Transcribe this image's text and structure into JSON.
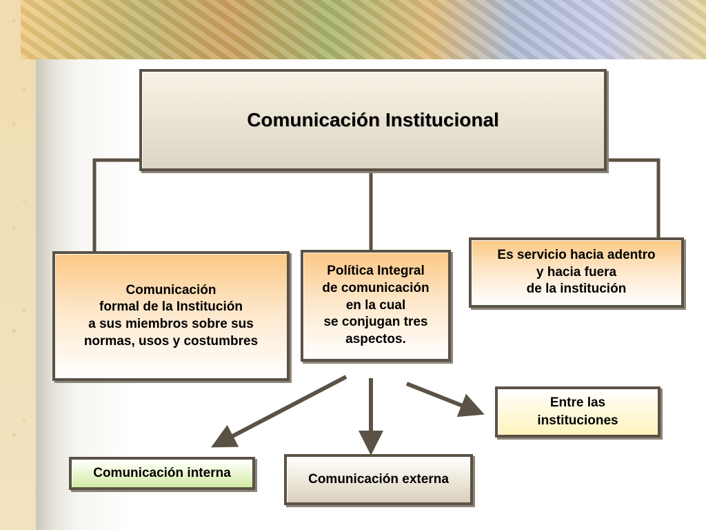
{
  "diagram": {
    "title": "Comunicación Institucional",
    "left_box": "Comunicación\nformal de la Institución\na sus miembros sobre sus\nnormas, usos y costumbres",
    "center_box": "Política Integral\nde comunicación\nen la cual\nse conjugan tres\naspectos.",
    "right_box": "Es servicio hacia adentro\ny hacia  fuera\nde la institución",
    "entre_box": "Entre las\ninstituciones",
    "interna_box": "Comunicación interna",
    "externa_box": "Comunicación externa"
  },
  "colors": {
    "border": "#5b5246",
    "title_fill": "#ddd5c3",
    "orange_fill": "#fbc884",
    "yellow_fill": "#fdf3bd",
    "green_fill": "#cfeaa2",
    "tan_fill": "#d8cfbd"
  }
}
